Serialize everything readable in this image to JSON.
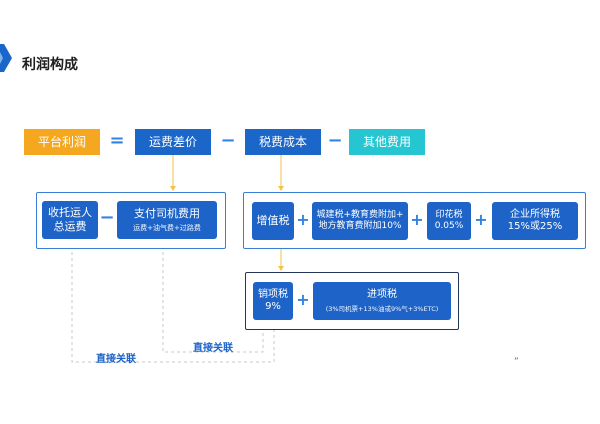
{
  "title": "利润构成",
  "equation": {
    "platform_profit": "平台利润",
    "equals": "=",
    "freight_margin": "运费差价",
    "minus1": "−",
    "tax_cost": "税费成本",
    "minus2": "−",
    "other_costs": "其他费用"
  },
  "freight_panel": {
    "collected_line1": "收托运人",
    "collected_line2": "总运费",
    "minus": "−",
    "driver_fee_title": "支付司机费用",
    "driver_fee_sub": "运费+油气费+过路费"
  },
  "tax_panel": {
    "vat": "增值税",
    "plus1": "+",
    "surcharge_line1": "城建税+教育费附加+",
    "surcharge_line2": "地方教育费附加10%",
    "plus2": "+",
    "stamp_line1": "印花税",
    "stamp_line2": "0.05%",
    "plus3": "+",
    "cit_line1": "企业所得税",
    "cit_line2": "15%或25%"
  },
  "vat_panel": {
    "output_line1": "销项税",
    "output_line2": "9%",
    "plus": "+",
    "input_line1": "进项税",
    "input_line2": "(3%司机票+13%油或9%气+3%ETC)"
  },
  "relations": {
    "label1": "直接关联",
    "label2": "直接关联"
  },
  "quote_mark": "”",
  "colors": {
    "orange": "#f5a81f",
    "blue": "#1b66c9",
    "cyan": "#25c6d1",
    "connector": "#f5c24a",
    "dashed": "#c8c8c8"
  }
}
